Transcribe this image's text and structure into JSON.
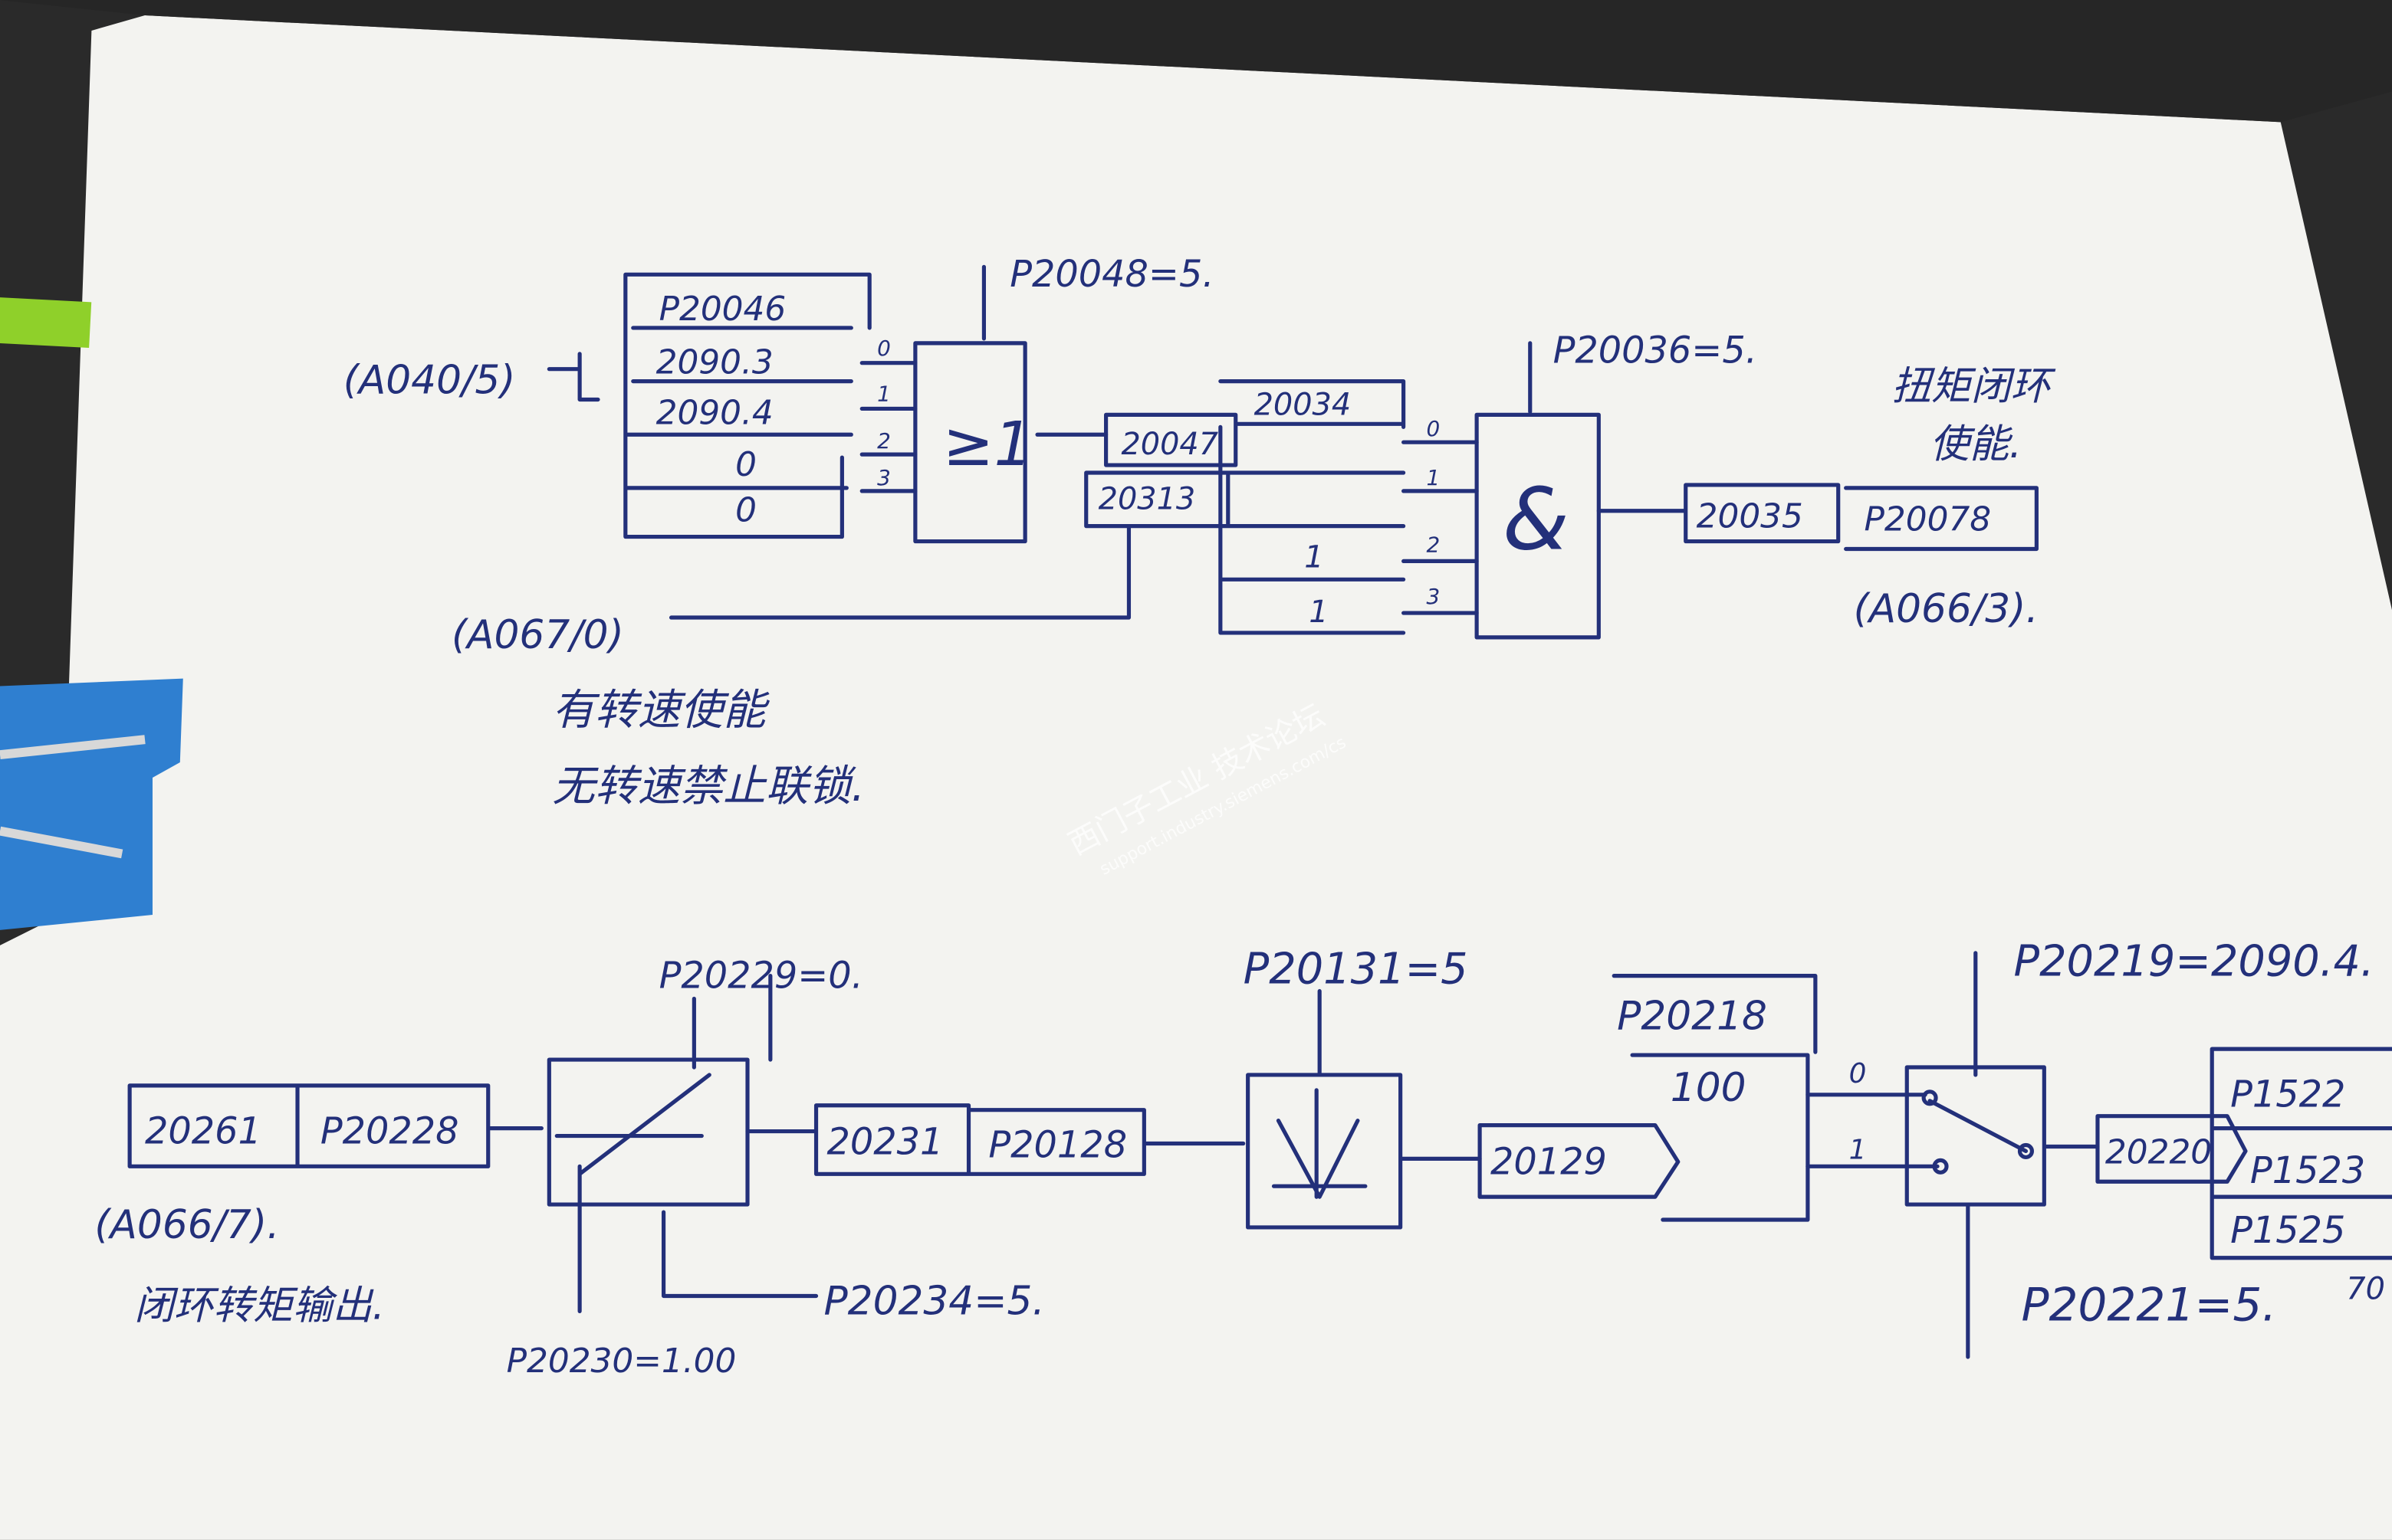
{
  "top_diagram": {
    "or_block": {
      "source_ref": "(A040/5)",
      "inputs": [
        "P20046",
        "2090.3",
        "2090.4",
        "0",
        "0"
      ],
      "input_indices": [
        "0",
        "1",
        "2",
        "3"
      ],
      "symbol": "≥1",
      "param": "P20048=5."
    },
    "and_block": {
      "inputs": [
        "20034",
        "20047",
        "20313",
        "1",
        "1"
      ],
      "input_indices": [
        "0",
        "1",
        "2",
        "3"
      ],
      "symbol": "&",
      "param": "P20036=5.",
      "output": "20035",
      "output_param": "P20078",
      "output_ref": "(A066/3)."
    },
    "second_source_ref": "(A067/0)",
    "note_right": [
      "扭矩闭环",
      "使能."
    ],
    "note_left": [
      "有转速使能",
      "无转速禁止联锁."
    ]
  },
  "bottom_diagram": {
    "input": "20261",
    "input_param": "P20228",
    "input_ref": "(A066/7).",
    "input_note": "闭环转矩输出.",
    "limiter": {
      "param_top": "P20229=0.",
      "param_right": "P20234=5.",
      "param_bottom": "P20230=1.00"
    },
    "limiter_output": "20231",
    "limiter_output_param": "P20128",
    "filter": {
      "param": "P20131=5"
    },
    "filter_output": "20129",
    "constant": "100",
    "constant_param": "P20218",
    "switch": {
      "index_0": "0",
      "index_1": "1",
      "param_top": "P20219=2090.4.",
      "param_bottom": "P20221=5."
    },
    "switch_output": "20220",
    "destinations": [
      "P1522",
      "P1523",
      "P1525"
    ],
    "edge_text": "70"
  },
  "watermark": {
    "line1": "西门子工业  技术论坛",
    "line2": "support.industry.siemens.com/cs"
  },
  "colors": {
    "ink": "#23307a",
    "paper": "#f4f4f1",
    "desk": "#2a2a2a",
    "clip": "#2f7fd0"
  }
}
